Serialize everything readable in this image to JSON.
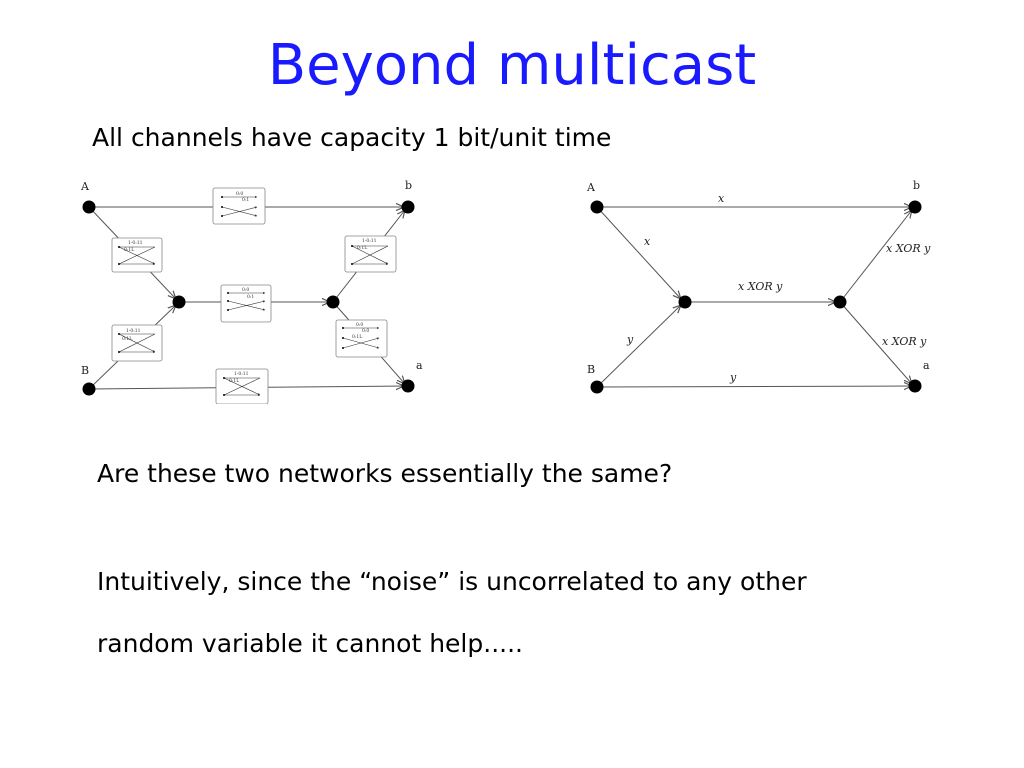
{
  "slide": {
    "title": "Beyond multicast",
    "subtitle": "All channels have capacity 1 bit/unit time",
    "question": "Are these two networks essentially the same?",
    "line1": "Intuitively, since the “noise” is uncorrelated to any other",
    "line2": "random variable it cannot help....."
  },
  "left_diagram": {
    "nodes": {
      "A": "A",
      "B": "B",
      "b": "b",
      "a": "a"
    },
    "box_labels": {
      "top_r1": "0:0",
      "top_r2": "0:1",
      "ul_r1": "1-0:11",
      "ul_r2": "0:1L",
      "mid_r1": "0:0",
      "mid_r2": "0:1",
      "ll_r1": "1-0:11",
      "ll_r2": "0:1L",
      "bot_r1": "1-0:11",
      "bot_r2": "0:1L",
      "ur_r1": "1-0:11",
      "ur_r2": "0:1L",
      "lr_r1": "0:0",
      "lr_r2": "0:0",
      "lr_r3": "0:1L"
    }
  },
  "right_diagram": {
    "nodes": {
      "A": "A",
      "B": "B",
      "b": "b",
      "a": "a"
    },
    "edges": {
      "top": "x",
      "A_to_left": "x",
      "B_to_left": "y",
      "middle": "x XOR y",
      "right_to_b": "x XOR y",
      "right_to_a": "x XOR y",
      "bottom": "y"
    }
  }
}
